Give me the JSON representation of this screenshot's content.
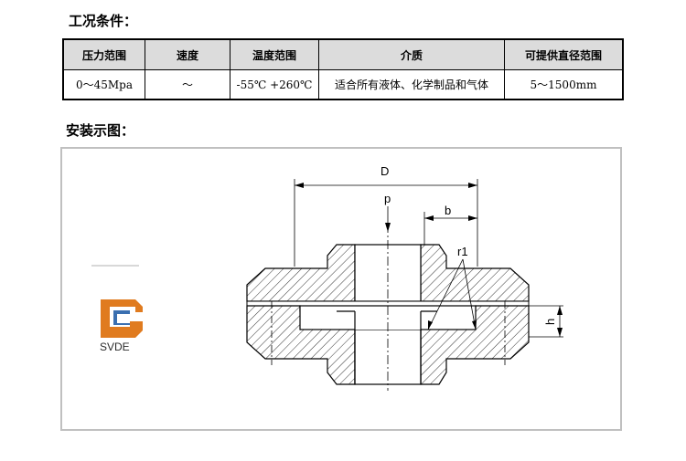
{
  "sections": {
    "conditions_title": "工况条件：",
    "install_title": "安装示图："
  },
  "table": {
    "headers": [
      "压力范围",
      "速度",
      "温度范围",
      "介质",
      "可提供直径范围"
    ],
    "row": [
      "0～45Mpa",
      "～",
      "-55℃  +260℃",
      "适合所有液体、化学制品和气体",
      "5～1500mm"
    ]
  },
  "diagram": {
    "labels": {
      "D": "D",
      "p": "p",
      "b": "b",
      "r1": "r1",
      "h": "h"
    }
  },
  "logo": {
    "text": "SVDE",
    "colors": {
      "orange": "#e07b1f",
      "blue": "#3a6fb0"
    }
  }
}
